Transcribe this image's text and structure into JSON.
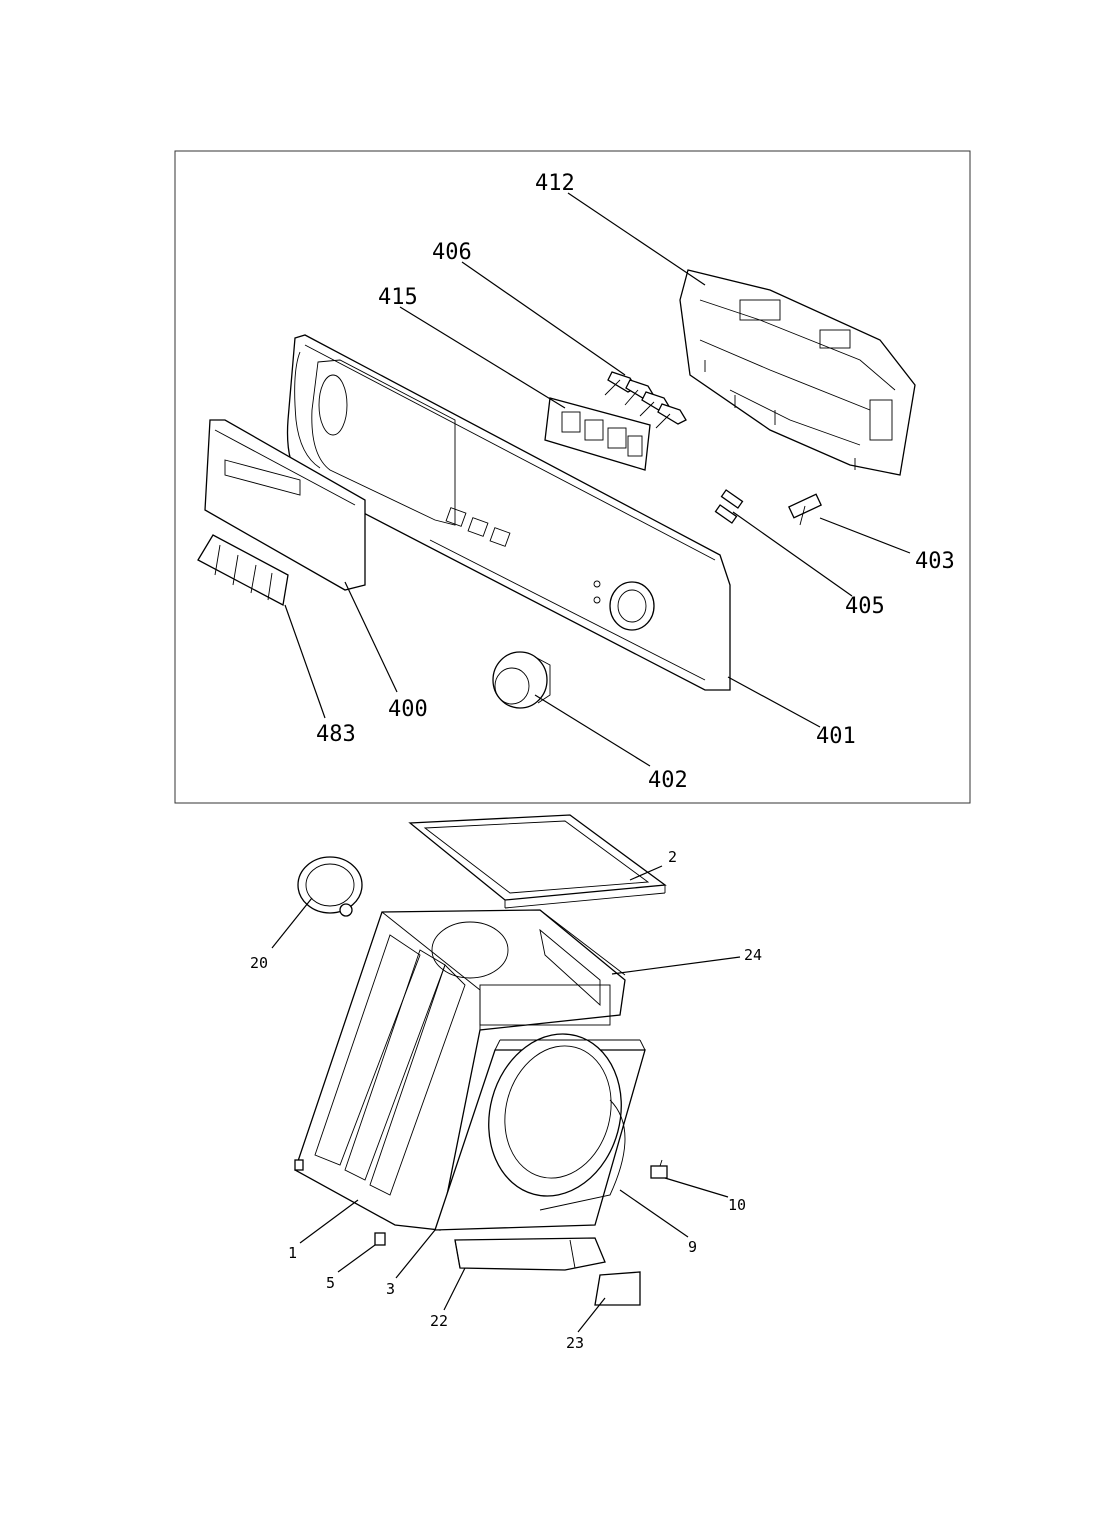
{
  "top_panel": {
    "callouts": {
      "c412": "412",
      "c406": "406",
      "c415": "415",
      "c403": "403",
      "c405": "405",
      "c401": "401",
      "c400": "400",
      "c483": "483",
      "c402": "402"
    }
  },
  "bottom_panel": {
    "callouts": {
      "c2": "2",
      "c20": "20",
      "c24": "24",
      "c10": "10",
      "c9": "9",
      "c1": "1",
      "c5": "5",
      "c3": "3",
      "c22": "22",
      "c23": "23"
    }
  }
}
